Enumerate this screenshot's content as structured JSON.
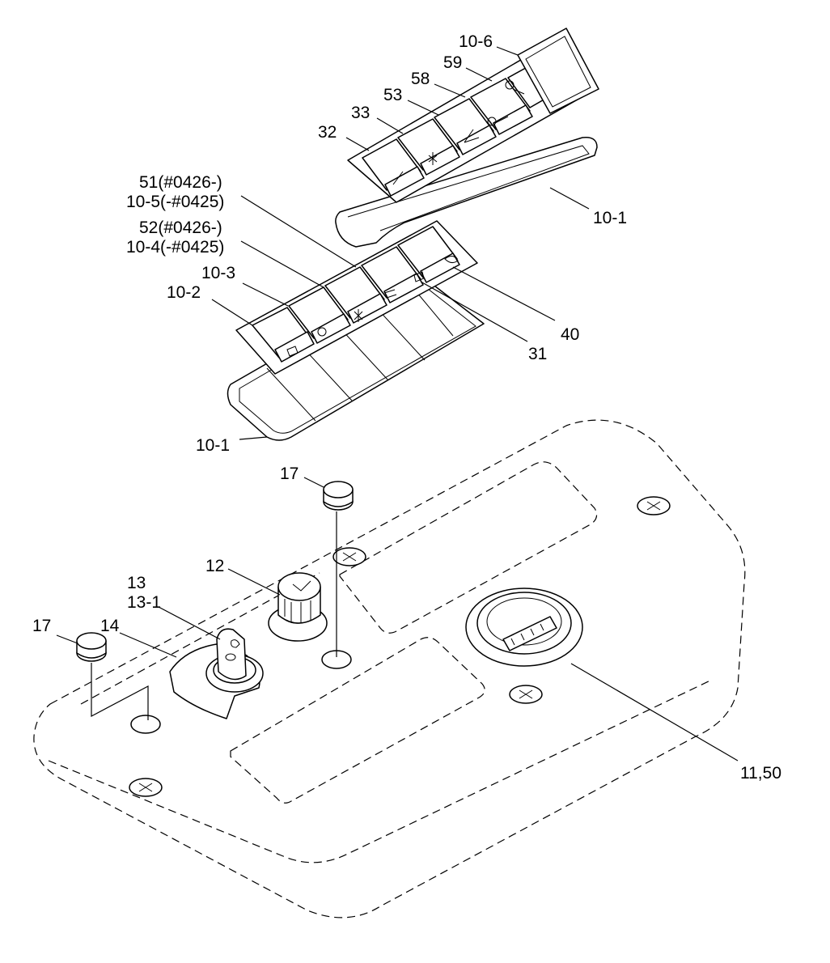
{
  "labels": {
    "l_10_6": "10-6",
    "l_59": "59",
    "l_58": "58",
    "l_53": "53",
    "l_33": "33",
    "l_32": "32",
    "l_10_1_top": "10-1",
    "l_51": "51(#0426-)",
    "l_10_5": "10-5(-#0425)",
    "l_52": "52(#0426-)",
    "l_10_4": "10-4(-#0425)",
    "l_10_3": "10-3",
    "l_10_2": "10-2",
    "l_40": "40",
    "l_31": "31",
    "l_10_1_bot": "10-1",
    "l_17_a": "17",
    "l_12": "12",
    "l_13": "13",
    "l_13_1": "13-1",
    "l_17_b": "17",
    "l_14": "14",
    "l_11_50": "11,50"
  }
}
